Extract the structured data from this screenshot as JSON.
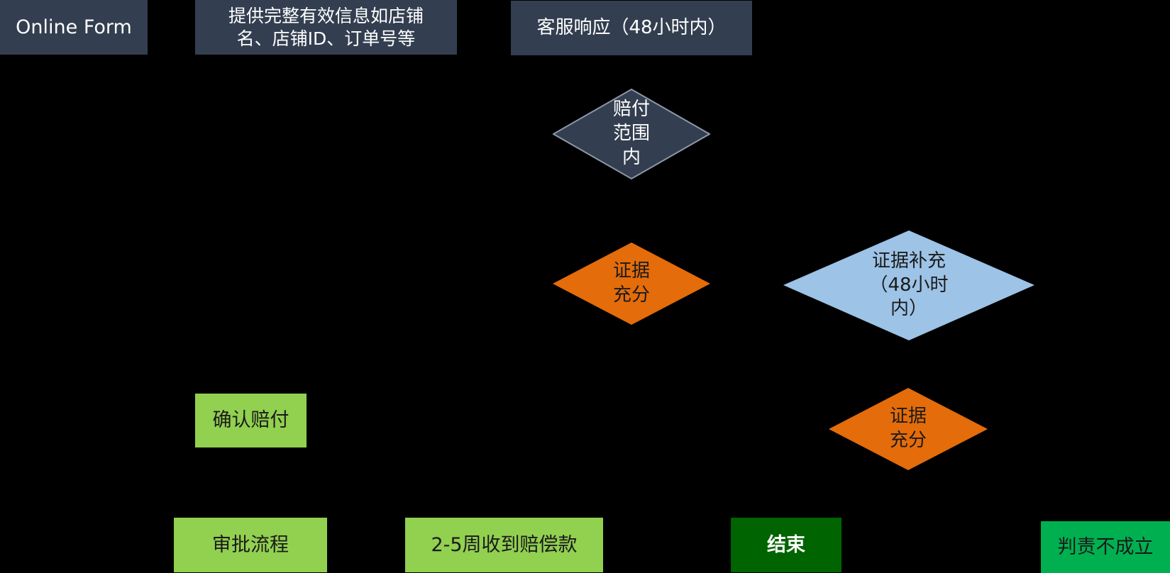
{
  "nodes": {
    "online_form": "Online Form",
    "provide_info": "提供完整有效信息如店铺\n名、店铺ID、订单号等",
    "cs_response": "客服响应（48小时内）",
    "in_scope": "赔付\n范围\n内",
    "evidence_sufficient_1": "证据\n充分",
    "evidence_supplement": "证据补充\n（48小时\n内）",
    "evidence_sufficient_2": "证据\n充分",
    "confirm_payment": "确认赔付",
    "approval_process": "审批流程",
    "receive_payment": "2-5周收到赔偿款",
    "end": "结束",
    "liability_rejected": "判责不成立"
  },
  "colors": {
    "dark_box": "#333F50",
    "dark_diamond": "#333F50",
    "orange_diamond": "#E46C0A",
    "blue_diamond": "#9DC3E6",
    "light_green": "#92D050",
    "dark_green": "#006400",
    "bright_green": "#00B050"
  }
}
